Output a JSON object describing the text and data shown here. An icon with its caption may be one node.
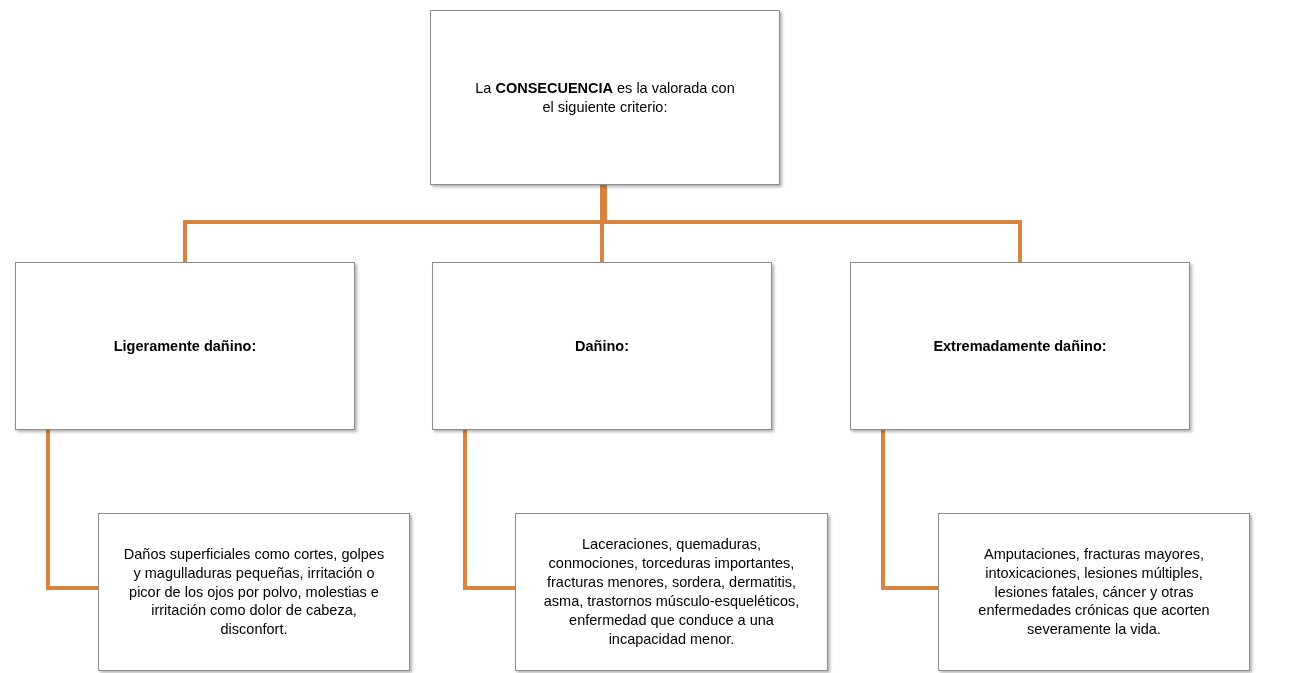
{
  "diagram": {
    "nodes": [
      {
        "text": [
          "La **CONSECUENCIA** es la valorada con el siguiente criterio:"
        ]
      },
      {
        "text": [
          "Ligeramente dañino:"
        ]
      },
      {
        "text": [
          "Dañino:"
        ]
      },
      {
        "text": [
          "Extremadamente dañino:"
        ]
      },
      {
        "text": [
          "Daños superficiales como cortes, golpes y magulladuras pequeñas, irritación o picor de los ojos por polvo, molestias e irritación como dolor de cabeza, disconfort."
        ]
      },
      {
        "text": [
          "Laceraciones, quemaduras, conmociones, torceduras importantes, fracturas menores, sordera, dermatitis, asma, trastornos músculo-esqueléticos, enfermedad que conduce a una incapacidad menor."
        ]
      },
      {
        "text": [
          "Amputaciones, fracturas mayores, intoxicaciones, lesiones múltiples, lesiones fatales, cáncer y otras enfermedades crónicas que acorten severamente la vida."
        ]
      }
    ],
    "edges": [
      {
        "from": 0,
        "to": 1,
        "arrow": "none"
      },
      {
        "from": 0,
        "to": 2,
        "arrow": "none"
      },
      {
        "from": 0,
        "to": 3,
        "arrow": "none"
      },
      {
        "from": 1,
        "to": 4,
        "arrow": "none"
      },
      {
        "from": 2,
        "to": 5,
        "arrow": "none"
      },
      {
        "from": 3,
        "to": 6,
        "arrow": "none"
      }
    ]
  }
}
